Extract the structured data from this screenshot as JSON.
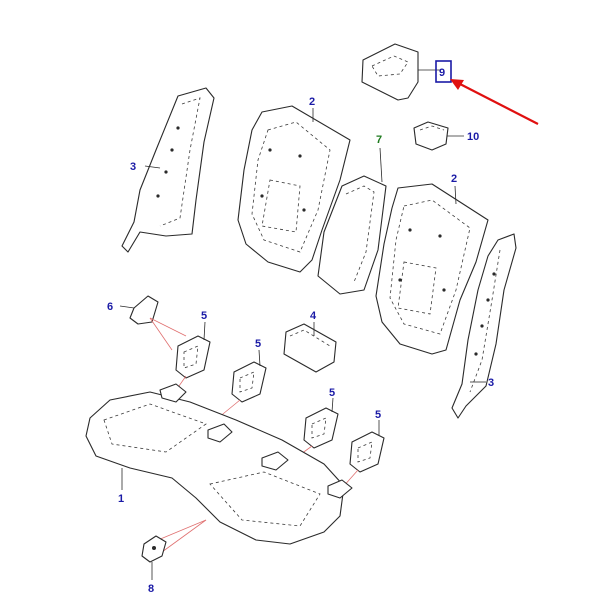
{
  "colors": {
    "callout_default": "#1a1aa6",
    "callout_7": "#1d7a1d",
    "highlight_box": "#1a1aa6",
    "arrow": "#e01010"
  },
  "callouts": {
    "seat_cushion": "1",
    "backrest_left": "2",
    "backrest_right": "2",
    "bolster_left": "3",
    "bolster_right": "3",
    "armrest_box": "4",
    "hinge_1": "5",
    "hinge_2": "5",
    "hinge_3": "5",
    "hinge_4": "5",
    "clip_6": "6",
    "armrest_7": "7",
    "buckle_8": "8",
    "headrest_9": "9",
    "bracket_10": "10"
  }
}
